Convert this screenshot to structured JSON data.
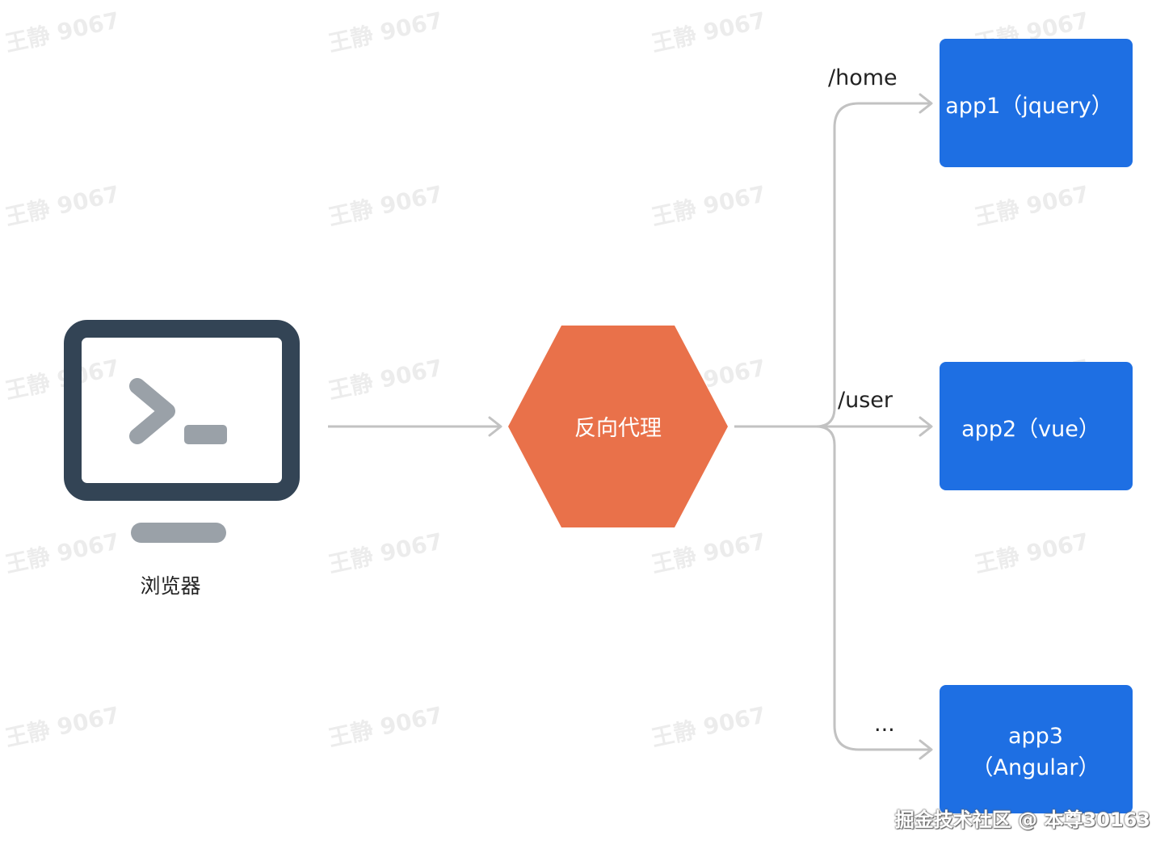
{
  "browser": {
    "label": "浏览器"
  },
  "proxy": {
    "label": "反向代理"
  },
  "routes": [
    {
      "path": "/home",
      "app": "app1（jquery）"
    },
    {
      "path": "/user",
      "app": "app2（vue）"
    },
    {
      "path": "...",
      "app_line1": "app3",
      "app_line2": "（Angular）"
    }
  ],
  "watermark": "王静 9067",
  "footer": "掘金技术社区 @ 本尊30163",
  "colors": {
    "proxy": "#E9714A",
    "app_box": "#1E6FE3",
    "monitor_frame": "#334455",
    "monitor_gray": "#9AA1A8",
    "connector": "#C2C2C2"
  }
}
